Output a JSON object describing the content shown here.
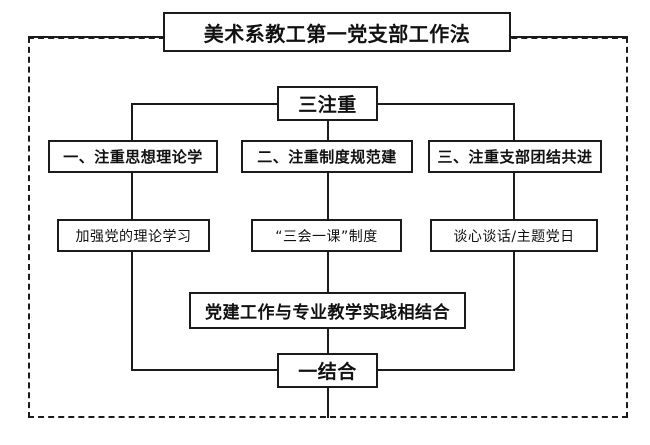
{
  "diagram": {
    "type": "org-flowchart",
    "title": "美术系教工第一党支部工作法",
    "nodes": {
      "title": "美术系教工第一党支部工作法",
      "three_emphases": "三注重",
      "branch_1": "一、注重思想理论学",
      "branch_2": "二、注重制度规范建",
      "branch_3": "三、注重支部团结共进",
      "sub_1": "加强党的理论学习",
      "sub_2": "“三会一课”制度",
      "sub_3": "谈心谈话/主题党日",
      "combined_practice": "党建工作与专业教学实践相结合",
      "one_combination": "一结合"
    },
    "colors": {
      "background": "#ffffff",
      "stroke": "#1b1b1b",
      "text": "#111111"
    },
    "edges": [
      {
        "from": "title",
        "to": "frame-left"
      },
      {
        "from": "title",
        "to": "frame-right"
      },
      {
        "from": "three_emphases",
        "to": "branch_1"
      },
      {
        "from": "three_emphases",
        "to": "branch_2"
      },
      {
        "from": "three_emphases",
        "to": "branch_3"
      },
      {
        "from": "branch_1",
        "to": "sub_1"
      },
      {
        "from": "branch_2",
        "to": "sub_2"
      },
      {
        "from": "branch_3",
        "to": "sub_3"
      },
      {
        "from": "sub_1",
        "to": "one_combination"
      },
      {
        "from": "sub_3",
        "to": "one_combination"
      },
      {
        "from": "combined_practice",
        "to": "one_combination"
      },
      {
        "from": "one_combination",
        "to": "frame-bottom"
      }
    ]
  }
}
